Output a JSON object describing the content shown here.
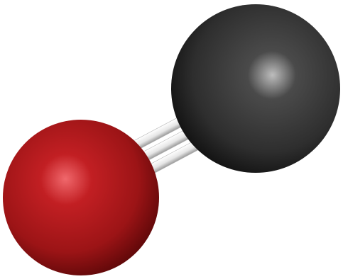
{
  "scene": {
    "subject": "molecule-3d-model",
    "background_color": "#ffffff",
    "atoms": [
      {
        "name": "oxygen-atom",
        "element": "O",
        "colors": {
          "highlight": "#f0686c",
          "mid": "#c21f23",
          "base": "#9c1416",
          "shadow": "#5a0708"
        }
      },
      {
        "name": "carbon-atom",
        "element": "C",
        "colors": {
          "highlight": "#bdbdbd",
          "mid": "#4a4a4a",
          "base": "#2e2e2e",
          "shadow": "#0d0d0d"
        }
      }
    ],
    "bond": {
      "type": "triple",
      "count": 3,
      "colors": {
        "light": "#ffffff",
        "mid": "#e6e6e6",
        "shadow": "#9a9a9a"
      }
    }
  }
}
